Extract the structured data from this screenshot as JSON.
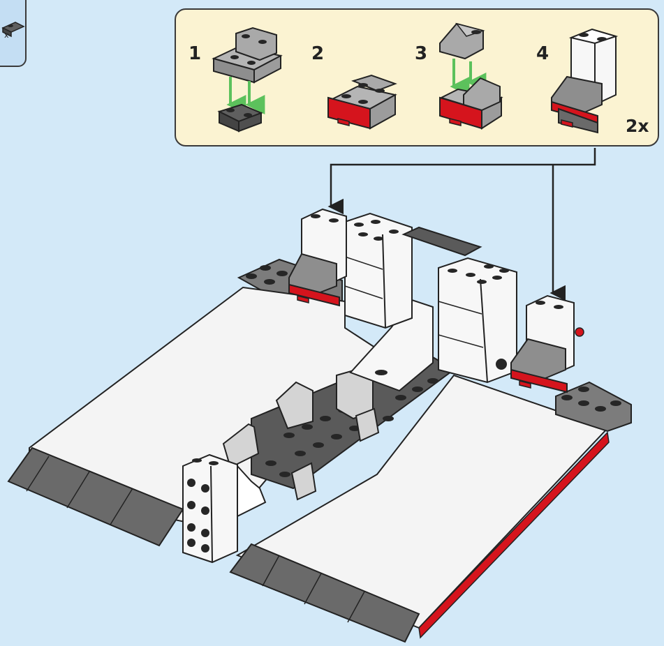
{
  "previous_step": {
    "quantity_label": "x"
  },
  "callout": {
    "steps": [
      {
        "number": "1"
      },
      {
        "number": "2"
      },
      {
        "number": "3"
      },
      {
        "number": "4"
      }
    ],
    "multiplier": "2x"
  },
  "colors": {
    "background": "#d3e9f8",
    "callout_background": "#fbf3d2",
    "brick_white": "#f7f7f7",
    "brick_light_gray": "#a9a9a9",
    "brick_dark_gray": "#5f5f5f",
    "brick_black": "#262626",
    "brick_red": "#d5141d",
    "arrow_green": "#5cc15c",
    "outline": "#222222"
  },
  "icons": [
    "submodel-arrow-icon",
    "assembly-arrow-icon"
  ]
}
